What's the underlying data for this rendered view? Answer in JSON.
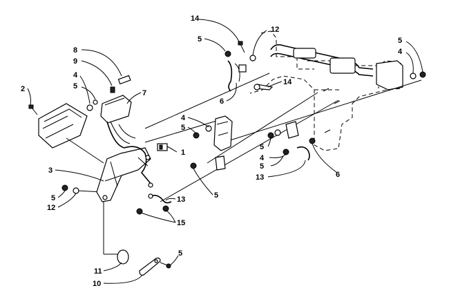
{
  "diagram": {
    "callouts": [
      {
        "id": "c1",
        "text": "14"
      },
      {
        "id": "c2",
        "text": "12"
      },
      {
        "id": "c3",
        "text": "5"
      },
      {
        "id": "c4",
        "text": "5"
      },
      {
        "id": "c5",
        "text": "4"
      },
      {
        "id": "c6",
        "text": "8"
      },
      {
        "id": "c7",
        "text": "9"
      },
      {
        "id": "c8",
        "text": "4"
      },
      {
        "id": "c9",
        "text": "5"
      },
      {
        "id": "c10",
        "text": "2"
      },
      {
        "id": "c11",
        "text": "7"
      },
      {
        "id": "c12",
        "text": "6"
      },
      {
        "id": "c13",
        "text": "14"
      },
      {
        "id": "c14",
        "text": "4"
      },
      {
        "id": "c15",
        "text": "5"
      },
      {
        "id": "c16",
        "text": "1"
      },
      {
        "id": "c17",
        "text": "5"
      },
      {
        "id": "c18",
        "text": "4"
      },
      {
        "id": "c19",
        "text": "5"
      },
      {
        "id": "c20",
        "text": "13"
      },
      {
        "id": "c21",
        "text": "6"
      },
      {
        "id": "c22",
        "text": "5"
      },
      {
        "id": "c23",
        "text": "3"
      },
      {
        "id": "c24",
        "text": "5"
      },
      {
        "id": "c25",
        "text": "12"
      },
      {
        "id": "c26",
        "text": "13"
      },
      {
        "id": "c27",
        "text": "15"
      },
      {
        "id": "c28",
        "text": "11"
      },
      {
        "id": "c29",
        "text": "10"
      },
      {
        "id": "c30",
        "text": "5"
      }
    ]
  }
}
